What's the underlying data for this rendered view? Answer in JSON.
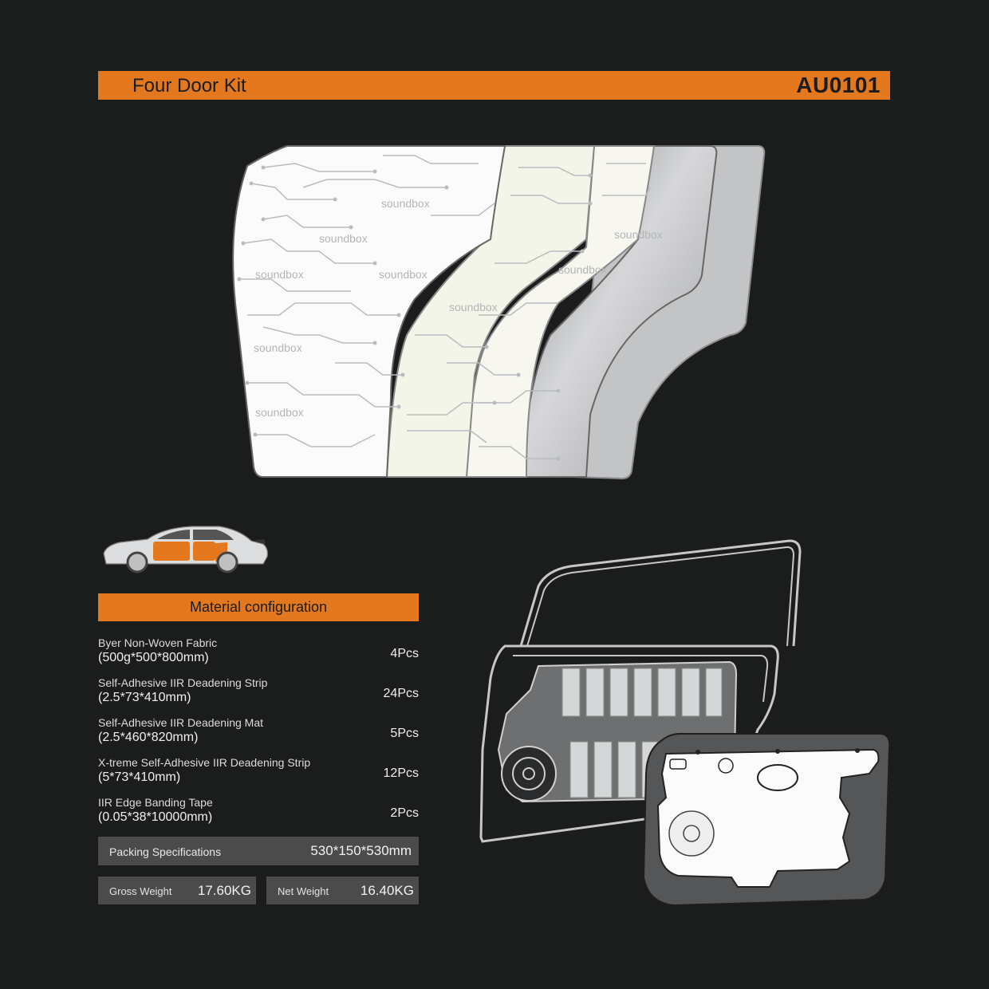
{
  "header": {
    "title": "Four Door Kit",
    "code": "AU0101"
  },
  "layers": {
    "brand": "soundbox"
  },
  "materials": {
    "title": "Material configuration",
    "items": [
      {
        "name": "Byer Non-Woven Fabric",
        "spec": "(500g*500*800mm)",
        "qty": "4Pcs"
      },
      {
        "name": "Self-Adhesive IIR Deadening Strip",
        "spec": "(2.5*73*410mm)",
        "qty": "24Pcs"
      },
      {
        "name": "Self-Adhesive IIR Deadening Mat",
        "spec": "(2.5*460*820mm)",
        "qty": "5Pcs"
      },
      {
        "name": "X-treme Self-Adhesive IIR Deadening Strip",
        "spec": "(5*73*410mm)",
        "qty": "12Pcs"
      },
      {
        "name": "IIR Edge Banding Tape",
        "spec": "(0.05*38*10000mm)",
        "qty": "2Pcs"
      }
    ]
  },
  "packing": {
    "label": "Packing Specifications",
    "value": "530*150*530mm"
  },
  "weights": {
    "gross": {
      "label": "Gross Weight",
      "value": "17.60KG"
    },
    "net": {
      "label": "Net Weight",
      "value": "16.40KG"
    }
  },
  "colors": {
    "accent": "#e4781e",
    "background": "#1b1c1c",
    "panel": "#4b4b4b"
  }
}
